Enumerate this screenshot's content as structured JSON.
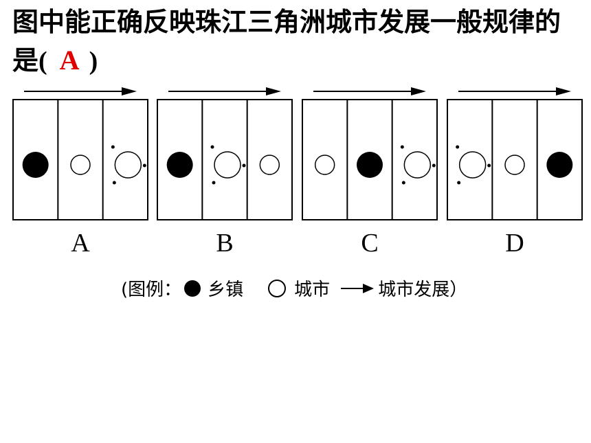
{
  "question": {
    "text": "图中能正确反映珠江三角洲城市发展一般规律的是",
    "open_paren": "(",
    "answer": "A",
    "close_paren": ")"
  },
  "panels": [
    {
      "label": "A",
      "cells": [
        "town",
        "city",
        "city-growing"
      ]
    },
    {
      "label": "B",
      "cells": [
        "town",
        "city-growing",
        "city"
      ]
    },
    {
      "label": "C",
      "cells": [
        "city",
        "town",
        "city-growing"
      ]
    },
    {
      "label": "D",
      "cells": [
        "city-growing",
        "city",
        "town"
      ]
    }
  ],
  "legend": {
    "prefix": "(图例：",
    "town_label": "乡镇",
    "city_label": "城市",
    "development_label": "城市发展",
    "suffix": "）"
  },
  "colors": {
    "answer": "#e00000",
    "ink": "#000000"
  }
}
